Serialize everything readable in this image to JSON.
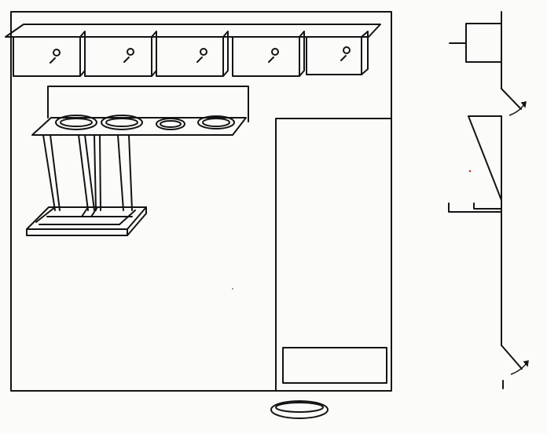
{
  "diagram": {
    "kind": "line drawing",
    "views": [
      "front-elevation",
      "side-section"
    ],
    "components": {
      "wall_cabinets": 5,
      "round_basins_on_shelf": 4,
      "loose_basin_below": 1,
      "tall_cabinet_door": 1,
      "drawer_in_tall_cabinet": 1,
      "hanging_rack": 1
    },
    "colors": {
      "ink": "#141414",
      "paper": "#fbfbf9",
      "arrow": "#141414",
      "speck": "#c84a3a"
    },
    "icons": [
      "door-swing-arrow-icon",
      "knob-icon"
    ]
  }
}
